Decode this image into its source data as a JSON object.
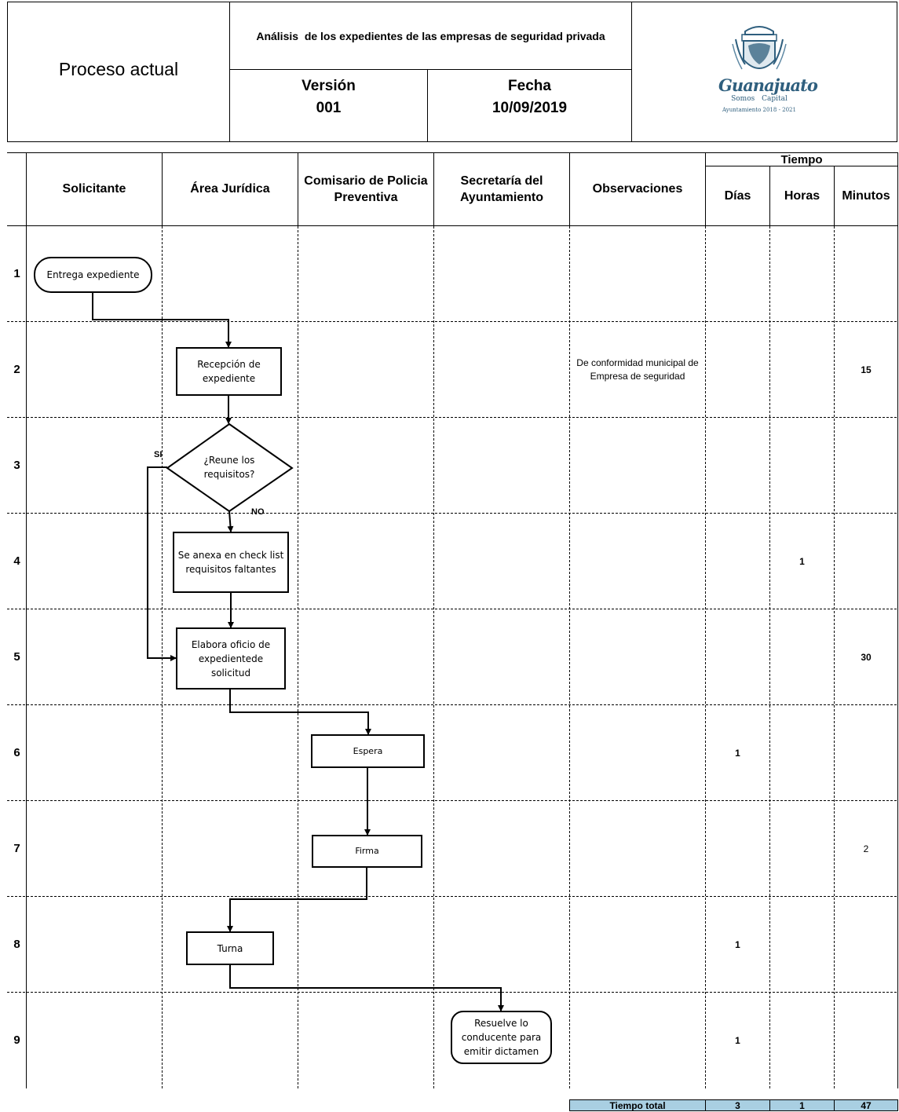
{
  "header": {
    "process_title": "Proceso actual",
    "analysis_title": "Análisis  de los expedientes de las empresas de seguridad privada",
    "version_label": "Versión",
    "version_value": "001",
    "date_label": "Fecha",
    "date_value": "10/09/2019",
    "logo": {
      "name": "Guanajuato",
      "tagline_left": "Somos",
      "tagline_right": "Capital",
      "period": "Ayuntamiento 2018 - 2021"
    }
  },
  "columns": {
    "solicitante": "Solicitante",
    "area_juridica": "Área Jurídica",
    "comisario": "Comisario de Policia Preventiva",
    "secretaria": "Secretaría del Ayuntamiento",
    "observaciones": "Observaciones",
    "tiempo": "Tiempo",
    "dias": "Días",
    "horas": "Horas",
    "minutos": "Minutos"
  },
  "rows": [
    {
      "num": "1",
      "dias": "",
      "horas": "",
      "minutos": ""
    },
    {
      "num": "2",
      "dias": "",
      "horas": "",
      "minutos": "15",
      "obs": "De conformidad municipal de Empresa de seguridad"
    },
    {
      "num": "3",
      "dias": "",
      "horas": "",
      "minutos": ""
    },
    {
      "num": "4",
      "dias": "",
      "horas": "1",
      "minutos": ""
    },
    {
      "num": "5",
      "dias": "",
      "horas": "",
      "minutos": "30"
    },
    {
      "num": "6",
      "dias": "1",
      "horas": "",
      "minutos": ""
    },
    {
      "num": "7",
      "dias": "",
      "horas": "",
      "minutos": "2"
    },
    {
      "num": "8",
      "dias": "1",
      "horas": "",
      "minutos": ""
    },
    {
      "num": "9",
      "dias": "1",
      "horas": "",
      "minutos": ""
    }
  ],
  "nodes": {
    "entrega": "Entrega expediente",
    "recepcion": "Recepción de expediente",
    "reune": "¿Reune los requisitos?",
    "anexa": "Se anexa en check list requisitos faltantes",
    "elabora": "Elabora oficio de expedientede solicitud",
    "espera": "Espera",
    "firma": "Firma",
    "turna": "Turna",
    "resuelve": "Resuelve lo conducente para emitir dictamen"
  },
  "labels": {
    "si": "SI",
    "no": "NO"
  },
  "totals": {
    "label": "Tiempo total",
    "dias": "3",
    "horas": "1",
    "minutos": "47"
  },
  "colors": {
    "totals_fill": "#a9cfe2",
    "logo_blue": "#2f5f7e"
  }
}
